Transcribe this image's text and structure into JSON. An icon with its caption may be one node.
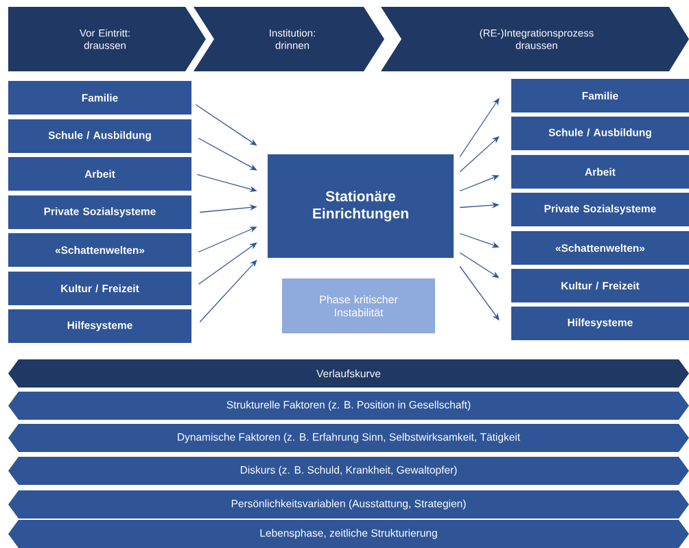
{
  "diagram": {
    "nodes": [
      {
        "text": [
          "Vor Eintritt: draussen"
        ]
      },
      {
        "text": [
          "Institution: drinnen"
        ]
      },
      {
        "text": [
          "(RE-)Integrationsprozess draussen"
        ]
      },
      {
        "text": [
          "Familie"
        ]
      },
      {
        "text": [
          "Schule / Ausbildung"
        ]
      },
      {
        "text": [
          "Arbeit"
        ]
      },
      {
        "text": [
          "Private Sozialsysteme"
        ]
      },
      {
        "text": [
          "«Schattenwelten»"
        ]
      },
      {
        "text": [
          "Kultur / Freizeit"
        ]
      },
      {
        "text": [
          "Hilfesysteme"
        ]
      },
      {
        "text": [
          "Stationäre Einrichtungen"
        ]
      },
      {
        "text": [
          "Phase kritischer Instabilität"
        ]
      },
      {
        "text": [
          "Familie"
        ]
      },
      {
        "text": [
          "Schule / Ausbildung"
        ]
      },
      {
        "text": [
          "Arbeit"
        ]
      },
      {
        "text": [
          "Private Sozialsysteme"
        ]
      },
      {
        "text": [
          "«Schattenwelten»"
        ]
      },
      {
        "text": [
          "Kultur / Freizeit"
        ]
      },
      {
        "text": [
          "Hilfesysteme"
        ]
      },
      {
        "text": [
          "Verlaufskurve"
        ]
      },
      {
        "text": [
          "Strukturelle Faktoren (z. B. Position in Gesellschaft)"
        ]
      },
      {
        "text": [
          "Dynamische Faktoren (z. B. Erfahrung Sinn, Selbstwirksamkeit, Tätigkeit"
        ]
      },
      {
        "text": [
          "Diskurs (z. B. Schuld, Krankheit, Gewaltopfer)"
        ]
      },
      {
        "text": [
          "Persönlichkeitsvariablen (Ausstattung, Strategien)"
        ]
      },
      {
        "text": [
          "Lebensphase, zeitliche Strukturierung"
        ]
      }
    ],
    "edges": [
      {
        "from": 3,
        "to": 10,
        "arrow": "to"
      },
      {
        "from": 4,
        "to": 10,
        "arrow": "to"
      },
      {
        "from": 5,
        "to": 10,
        "arrow": "to"
      },
      {
        "from": 6,
        "to": 10,
        "arrow": "to"
      },
      {
        "from": 7,
        "to": 10,
        "arrow": "to"
      },
      {
        "from": 8,
        "to": 10,
        "arrow": "to"
      },
      {
        "from": 9,
        "to": 10,
        "arrow": "to"
      },
      {
        "from": 10,
        "to": 12,
        "arrow": "to"
      },
      {
        "from": 10,
        "to": 13,
        "arrow": "to"
      },
      {
        "from": 10,
        "to": 14,
        "arrow": "to"
      },
      {
        "from": 10,
        "to": 15,
        "arrow": "to"
      },
      {
        "from": 10,
        "to": 16,
        "arrow": "to"
      },
      {
        "from": 10,
        "to": 17,
        "arrow": "to"
      },
      {
        "from": 10,
        "to": 18,
        "arrow": "to"
      }
    ]
  }
}
